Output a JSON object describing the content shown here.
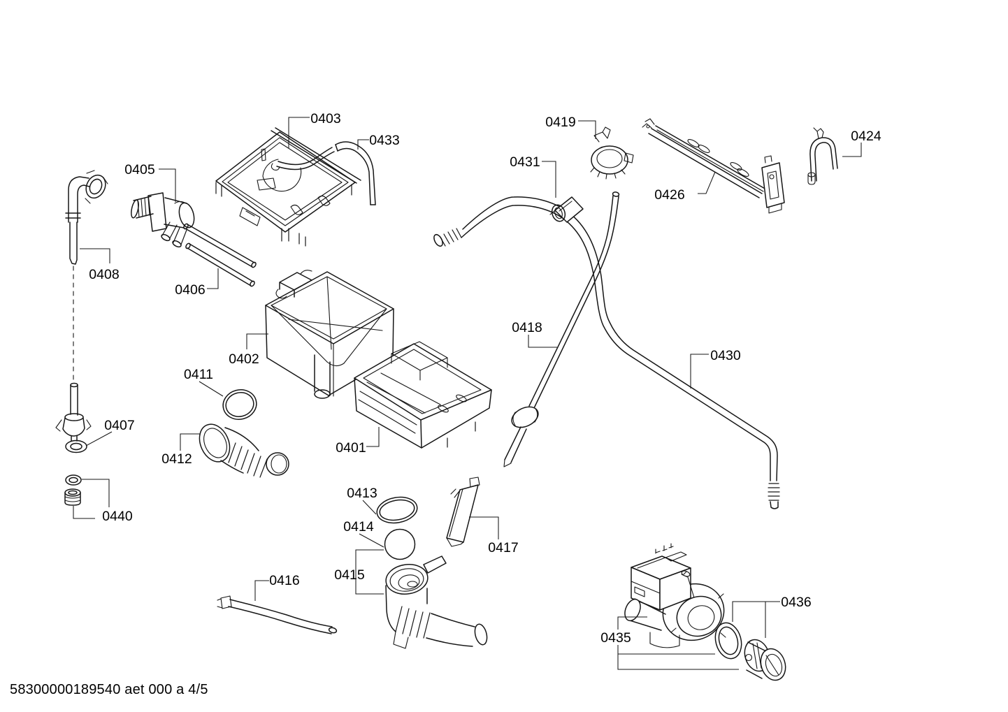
{
  "document": {
    "footer": "58300000189540 aet 000 a 4/5",
    "doc_number": "58300000189540",
    "revision_code": "aet 000 a",
    "page_indicator": "4/5"
  },
  "diagram": {
    "labels": [
      {
        "text": "0401"
      },
      {
        "text": "0402"
      },
      {
        "text": "0403"
      },
      {
        "text": "0405"
      },
      {
        "text": "0406"
      },
      {
        "text": "0407"
      },
      {
        "text": "0408"
      },
      {
        "text": "0411"
      },
      {
        "text": "0412"
      },
      {
        "text": "0413"
      },
      {
        "text": "0414"
      },
      {
        "text": "0415"
      },
      {
        "text": "0416"
      },
      {
        "text": "0417"
      },
      {
        "text": "0418"
      },
      {
        "text": "0419"
      },
      {
        "text": "0424"
      },
      {
        "text": "0426"
      },
      {
        "text": "0430"
      },
      {
        "text": "0431"
      },
      {
        "text": "0433"
      },
      {
        "text": "0435"
      },
      {
        "text": "0436"
      },
      {
        "text": "0440"
      }
    ]
  }
}
